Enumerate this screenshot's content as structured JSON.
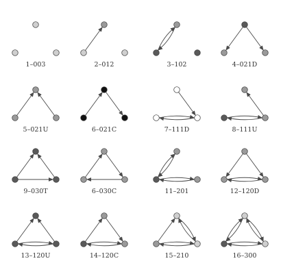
{
  "colors": {
    "background": "#ffffff",
    "edge": "#4a4a4a",
    "label": "#333333",
    "node_stroke": "#3a3a3a",
    "node_light": "#cfcfcf",
    "node_mid": "#9a9a9a",
    "node_dark": "#5a5a5a",
    "node_black": "#111111",
    "node_white": "#ffffff"
  },
  "triads": [
    {
      "label": "1–003",
      "nodes": [
        "node_light",
        "node_light",
        "node_light"
      ],
      "edges": []
    },
    {
      "label": "2–012",
      "nodes": [
        "node_mid",
        "node_light",
        "node_light"
      ],
      "edges": [
        [
          "L",
          "T"
        ]
      ]
    },
    {
      "label": "3–102",
      "nodes": [
        "node_mid",
        "node_dark",
        "node_dark"
      ],
      "edges": [
        [
          "L",
          "T"
        ],
        [
          "T",
          "L"
        ]
      ]
    },
    {
      "label": "4–021D",
      "nodes": [
        "node_dark",
        "node_mid",
        "node_mid"
      ],
      "edges": [
        [
          "T",
          "L"
        ],
        [
          "T",
          "R"
        ]
      ]
    },
    {
      "label": "5–021U",
      "nodes": [
        "node_mid",
        "node_mid",
        "node_mid"
      ],
      "edges": [
        [
          "L",
          "T"
        ],
        [
          "R",
          "T"
        ]
      ]
    },
    {
      "label": "6–021C",
      "nodes": [
        "node_black",
        "node_black",
        "node_black"
      ],
      "edges": [
        [
          "L",
          "T"
        ],
        [
          "T",
          "R"
        ]
      ]
    },
    {
      "label": "7–111D",
      "nodes": [
        "node_white",
        "node_white",
        "node_white"
      ],
      "edges": [
        [
          "L",
          "R"
        ],
        [
          "R",
          "L"
        ],
        [
          "T",
          "R"
        ]
      ]
    },
    {
      "label": "8–111U",
      "nodes": [
        "node_mid",
        "node_dark",
        "node_mid"
      ],
      "edges": [
        [
          "L",
          "R"
        ],
        [
          "R",
          "L"
        ],
        [
          "R",
          "T"
        ]
      ]
    },
    {
      "label": "9–030T",
      "nodes": [
        "node_dark",
        "node_dark",
        "node_dark"
      ],
      "edges": [
        [
          "L",
          "T"
        ],
        [
          "R",
          "T"
        ],
        [
          "L",
          "R"
        ]
      ]
    },
    {
      "label": "6–030C",
      "nodes": [
        "node_mid",
        "node_mid",
        "node_mid"
      ],
      "edges": [
        [
          "L",
          "T"
        ],
        [
          "T",
          "R"
        ],
        [
          "R",
          "L"
        ]
      ]
    },
    {
      "label": "11–201",
      "nodes": [
        "node_mid",
        "node_dark",
        "node_mid"
      ],
      "edges": [
        [
          "L",
          "T"
        ],
        [
          "T",
          "L"
        ],
        [
          "L",
          "R"
        ],
        [
          "R",
          "L"
        ]
      ]
    },
    {
      "label": "12–120D",
      "nodes": [
        "node_mid",
        "node_mid",
        "node_mid"
      ],
      "edges": [
        [
          "T",
          "L"
        ],
        [
          "T",
          "R"
        ],
        [
          "L",
          "R"
        ],
        [
          "R",
          "L"
        ]
      ]
    },
    {
      "label": "13–120U",
      "nodes": [
        "node_dark",
        "node_dark",
        "node_dark"
      ],
      "edges": [
        [
          "L",
          "T"
        ],
        [
          "R",
          "T"
        ],
        [
          "L",
          "R"
        ],
        [
          "R",
          "L"
        ]
      ]
    },
    {
      "label": "14–120C",
      "nodes": [
        "node_mid",
        "node_dark",
        "node_mid"
      ],
      "edges": [
        [
          "L",
          "T"
        ],
        [
          "T",
          "R"
        ],
        [
          "L",
          "R"
        ],
        [
          "R",
          "L"
        ]
      ]
    },
    {
      "label": "15–210",
      "nodes": [
        "node_light",
        "node_mid",
        "node_light"
      ],
      "edges": [
        [
          "L",
          "T"
        ],
        [
          "T",
          "R"
        ],
        [
          "R",
          "T"
        ],
        [
          "L",
          "R"
        ],
        [
          "R",
          "L"
        ]
      ]
    },
    {
      "label": "16–300",
      "nodes": [
        "node_light",
        "node_dark",
        "node_light"
      ],
      "edges": [
        [
          "L",
          "T"
        ],
        [
          "T",
          "L"
        ],
        [
          "T",
          "R"
        ],
        [
          "R",
          "T"
        ],
        [
          "L",
          "R"
        ],
        [
          "R",
          "L"
        ]
      ]
    }
  ]
}
